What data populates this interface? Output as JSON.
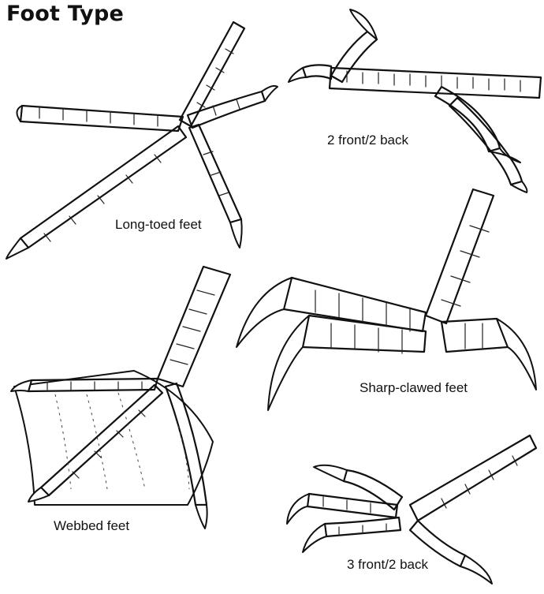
{
  "title": "Foot Type",
  "feet": [
    {
      "label": "Long-toed feet"
    },
    {
      "label": "2 front/2 back"
    },
    {
      "label": "Webbed feet"
    },
    {
      "label": "Sharp-clawed feet"
    },
    {
      "label": "3 front/2 back"
    }
  ]
}
